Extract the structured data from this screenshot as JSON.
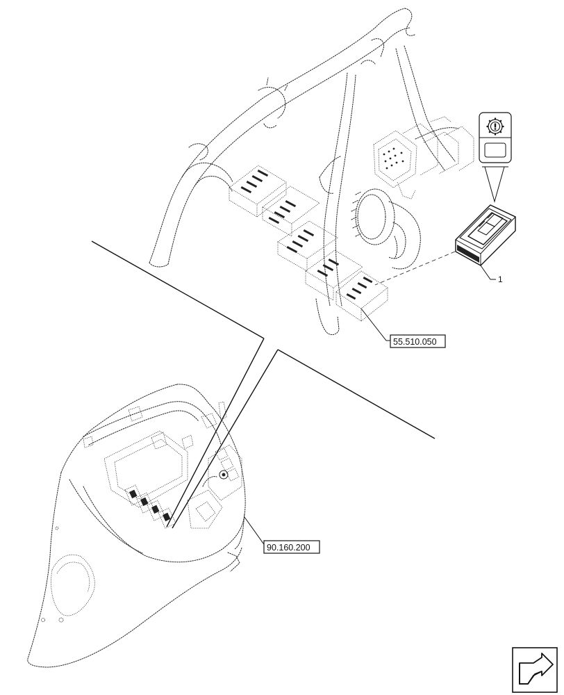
{
  "diagram": {
    "callouts": [
      {
        "id": "item-1",
        "label": "1"
      }
    ],
    "references": [
      {
        "id": "ref-harness",
        "label": "55.510.050"
      },
      {
        "id": "ref-console",
        "label": "90.160.200"
      }
    ],
    "symbol": {
      "name": "gear-in-circle-icon"
    },
    "nav_icon": {
      "name": "next-page-arrow-icon"
    }
  }
}
